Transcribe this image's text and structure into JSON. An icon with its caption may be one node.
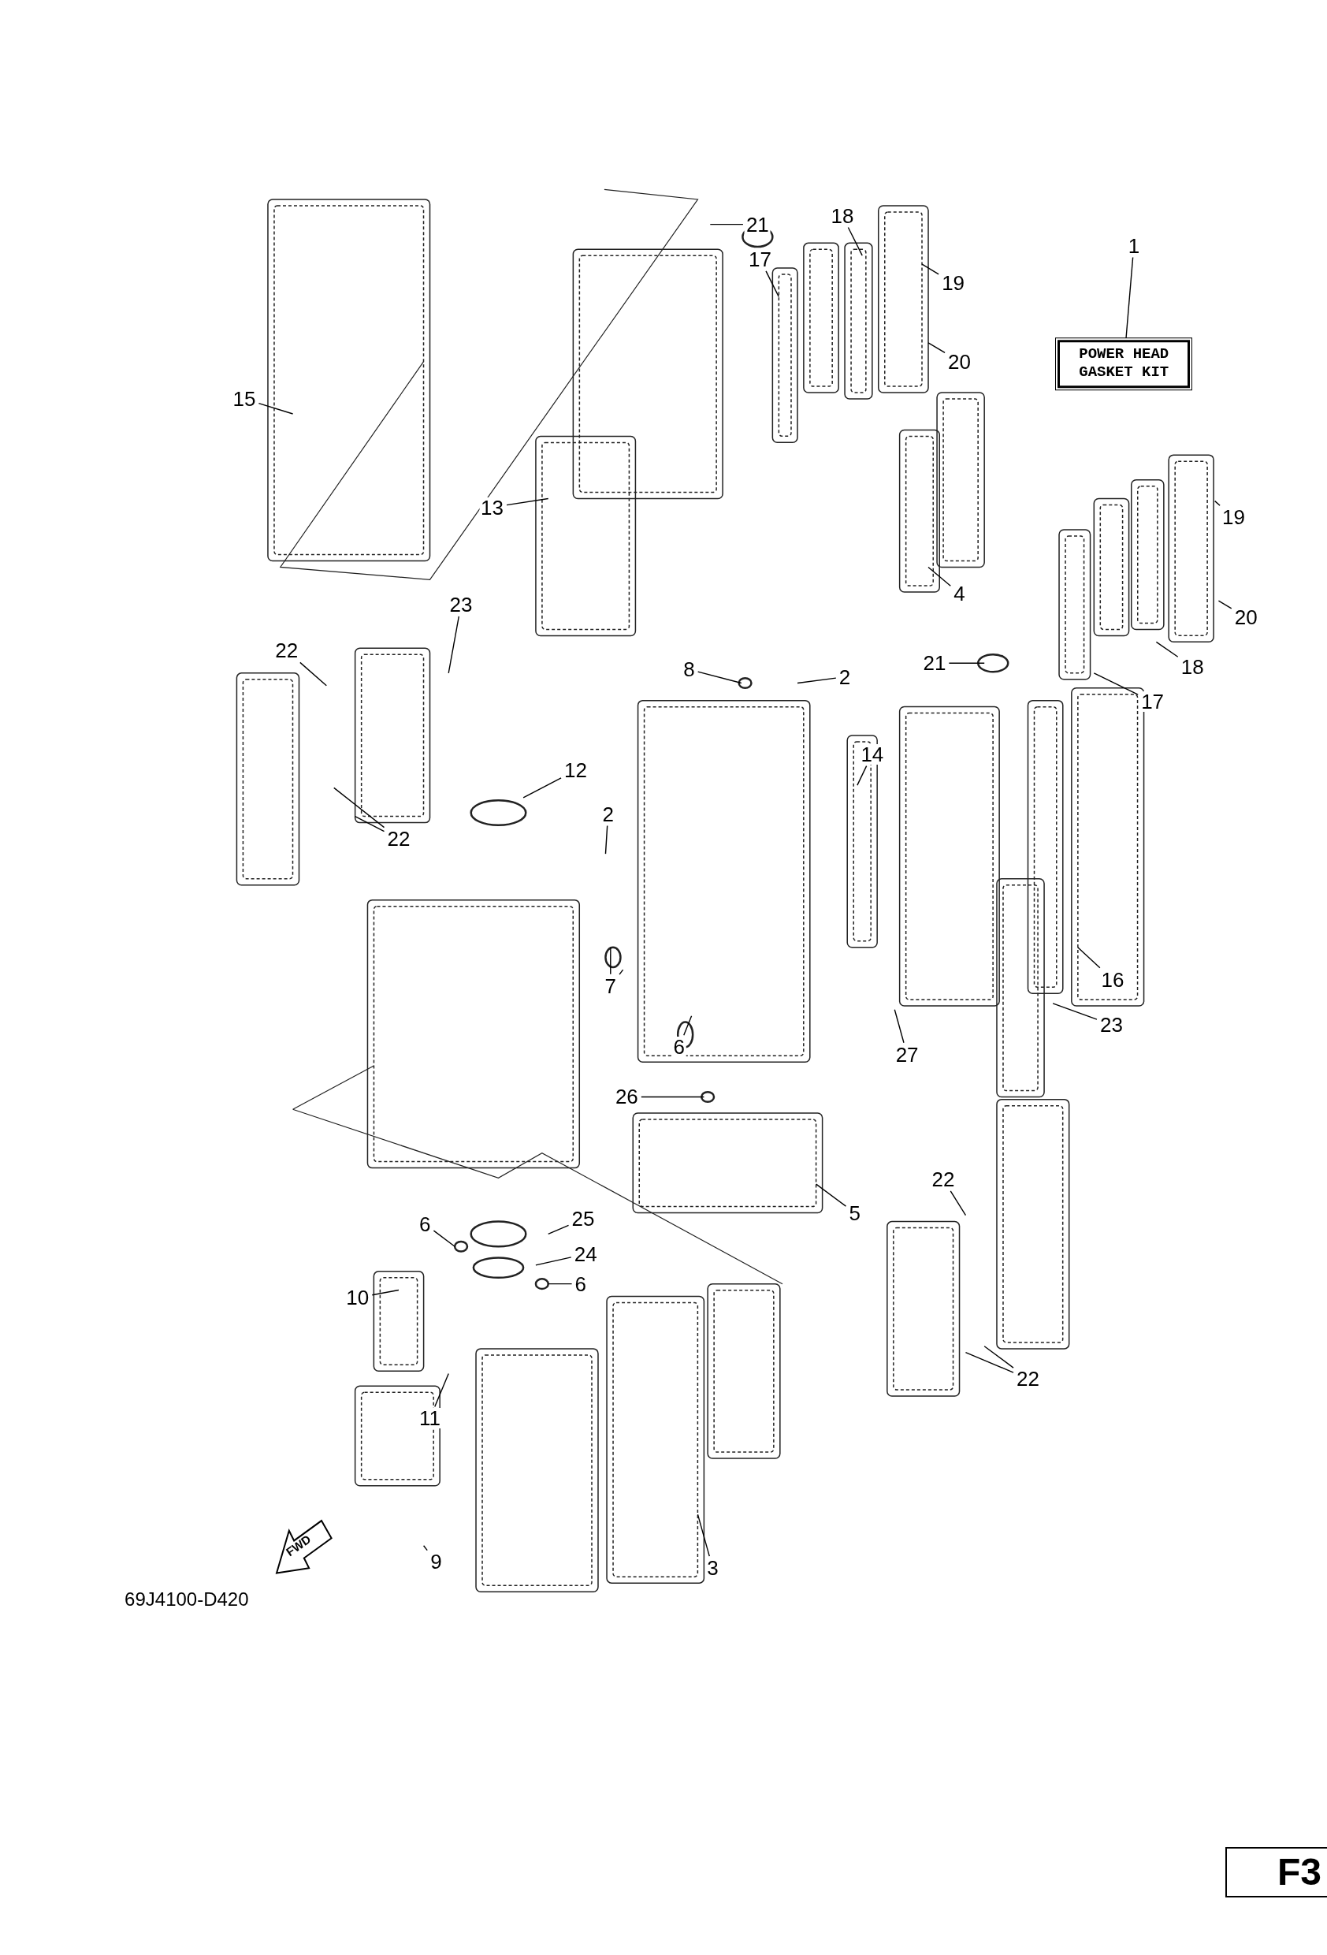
{
  "diagram": {
    "nodes": [
      {
        "text": [
          "1"
        ]
      },
      {
        "text": [
          "POWER HEAD GASKET KIT"
        ]
      },
      {
        "text": [
          "21"
        ]
      },
      {
        "text": [
          "18"
        ]
      },
      {
        "text": [
          "17"
        ]
      },
      {
        "text": [
          "19"
        ]
      },
      {
        "text": [
          "20"
        ]
      },
      {
        "text": [
          "15"
        ]
      },
      {
        "text": [
          "13"
        ]
      },
      {
        "text": [
          "19"
        ]
      },
      {
        "text": [
          "4"
        ]
      },
      {
        "text": [
          "20"
        ]
      },
      {
        "text": [
          "23"
        ]
      },
      {
        "text": [
          "22"
        ]
      },
      {
        "text": [
          "8"
        ]
      },
      {
        "text": [
          "2"
        ]
      },
      {
        "text": [
          "21"
        ]
      },
      {
        "text": [
          "18"
        ]
      },
      {
        "text": [
          "17"
        ]
      },
      {
        "text": [
          "12"
        ]
      },
      {
        "text": [
          "14"
        ]
      },
      {
        "text": [
          "2"
        ]
      },
      {
        "text": [
          "22"
        ]
      },
      {
        "text": [
          "7"
        ]
      },
      {
        "text": [
          "6"
        ]
      },
      {
        "text": [
          "27"
        ]
      },
      {
        "text": [
          "16"
        ]
      },
      {
        "text": [
          "23"
        ]
      },
      {
        "text": [
          "26"
        ]
      },
      {
        "text": [
          "5"
        ]
      },
      {
        "text": [
          "22"
        ]
      },
      {
        "text": [
          "25"
        ]
      },
      {
        "text": [
          "6"
        ]
      },
      {
        "text": [
          "24"
        ]
      },
      {
        "text": [
          "10"
        ]
      },
      {
        "text": [
          "6"
        ]
      },
      {
        "text": [
          "11"
        ]
      },
      {
        "text": [
          "22"
        ]
      },
      {
        "text": [
          "9"
        ]
      },
      {
        "text": [
          "3"
        ]
      }
    ],
    "edges": [
      {
        "from": 0,
        "to": 1,
        "arrow": "none"
      },
      {
        "from": 2,
        "to": null,
        "arrow": "none"
      },
      {
        "from": 3,
        "to": null,
        "arrow": "none"
      },
      {
        "from": 4,
        "to": null,
        "arrow": "none"
      },
      {
        "from": 5,
        "to": null,
        "arrow": "none"
      },
      {
        "from": 6,
        "to": null,
        "arrow": "none"
      },
      {
        "from": 7,
        "to": null,
        "arrow": "none"
      },
      {
        "from": 8,
        "to": null,
        "arrow": "none"
      },
      {
        "from": 9,
        "to": null,
        "arrow": "none"
      },
      {
        "from": 10,
        "to": null,
        "arrow": "none"
      },
      {
        "from": 11,
        "to": null,
        "arrow": "none"
      },
      {
        "from": 12,
        "to": null,
        "arrow": "none"
      },
      {
        "from": 13,
        "to": null,
        "arrow": "none"
      },
      {
        "from": 14,
        "to": null,
        "arrow": "none"
      },
      {
        "from": 15,
        "to": null,
        "arrow": "none"
      },
      {
        "from": 16,
        "to": null,
        "arrow": "none"
      },
      {
        "from": 17,
        "to": null,
        "arrow": "none"
      },
      {
        "from": 18,
        "to": null,
        "arrow": "none"
      },
      {
        "from": 19,
        "to": null,
        "arrow": "none"
      },
      {
        "from": 20,
        "to": null,
        "arrow": "none"
      },
      {
        "from": 21,
        "to": null,
        "arrow": "none"
      },
      {
        "from": 22,
        "to": null,
        "arrow": "none"
      },
      {
        "from": 22,
        "to": null,
        "arrow": "none"
      },
      {
        "from": 23,
        "to": null,
        "arrow": "none"
      },
      {
        "from": 23,
        "to": null,
        "arrow": "none"
      },
      {
        "from": 24,
        "to": null,
        "arrow": "none"
      },
      {
        "from": 25,
        "to": null,
        "arrow": "none"
      },
      {
        "from": 26,
        "to": null,
        "arrow": "none"
      },
      {
        "from": 27,
        "to": null,
        "arrow": "none"
      },
      {
        "from": 28,
        "to": null,
        "arrow": "none"
      },
      {
        "from": 29,
        "to": null,
        "arrow": "none"
      },
      {
        "from": 30,
        "to": null,
        "arrow": "none"
      },
      {
        "from": 31,
        "to": null,
        "arrow": "none"
      },
      {
        "from": 32,
        "to": null,
        "arrow": "none"
      },
      {
        "from": 33,
        "to": null,
        "arrow": "none"
      },
      {
        "from": 34,
        "to": null,
        "arrow": "none"
      },
      {
        "from": 35,
        "to": null,
        "arrow": "none"
      },
      {
        "from": 36,
        "to": null,
        "arrow": "none"
      },
      {
        "from": 37,
        "to": null,
        "arrow": "none"
      },
      {
        "from": 37,
        "to": null,
        "arrow": "none"
      },
      {
        "from": 38,
        "to": null,
        "arrow": "none"
      },
      {
        "from": 39,
        "to": null,
        "arrow": "none"
      }
    ],
    "labels": [
      "FWD",
      "69J4100-D420",
      "F3"
    ]
  }
}
